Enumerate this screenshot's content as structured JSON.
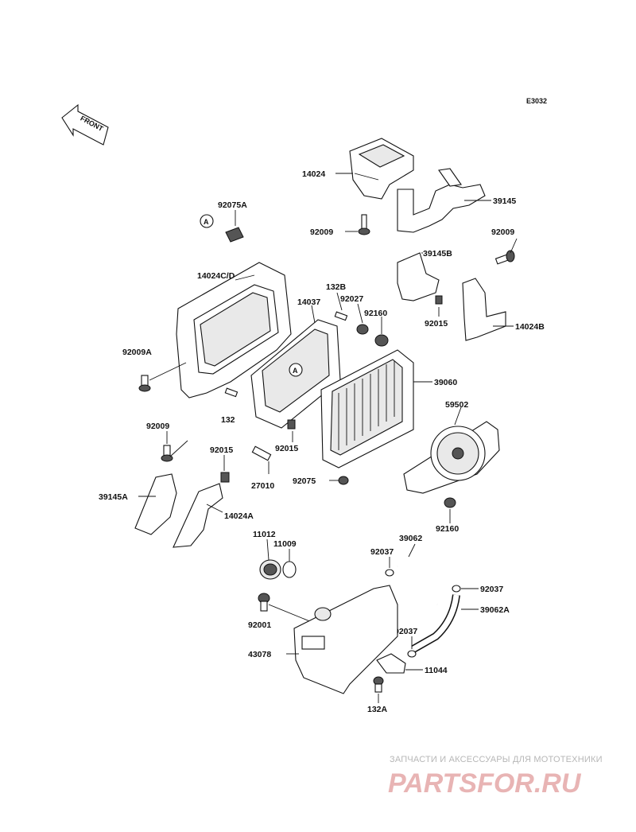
{
  "diagram": {
    "code": "E3032",
    "front_label": "FRONT",
    "callout_marker": "A",
    "labels": {
      "p14024": "14024",
      "p39145": "39145",
      "p92009_top": "92009",
      "p92009_right": "92009",
      "p92075A": "92075A",
      "p14024CD": "14024C/D",
      "p132B": "132B",
      "p14037": "14037",
      "p92027": "92027",
      "p92160_top": "92160",
      "p39145B": "39145B",
      "p92015_right": "92015",
      "p14024B": "14024B",
      "p92009A": "92009A",
      "p39060": "39060",
      "p132": "132",
      "p59502": "59502",
      "p92015_mid": "92015",
      "p92009_left": "92009",
      "p92015_left": "92015",
      "p27010": "27010",
      "p92075": "92075",
      "p39145A": "39145A",
      "p14024A": "14024A",
      "p92160_bottom": "92160",
      "p11012": "11012",
      "p11009": "11009",
      "p39062": "39062",
      "p92037_top": "92037",
      "p92037_right": "92037",
      "p92001": "92001",
      "p39062A": "39062A",
      "p92037_bottom": "92037",
      "p43078": "43078",
      "p11044": "11044",
      "p132A": "132A"
    }
  },
  "watermark": {
    "tagline": "ЗАПЧАСТИ И АКСЕССУАРЫ ДЛЯ МОТОТЕХНИКИ",
    "logo_text": "PARTSFOR.RU",
    "color": "#e8b4b4"
  }
}
